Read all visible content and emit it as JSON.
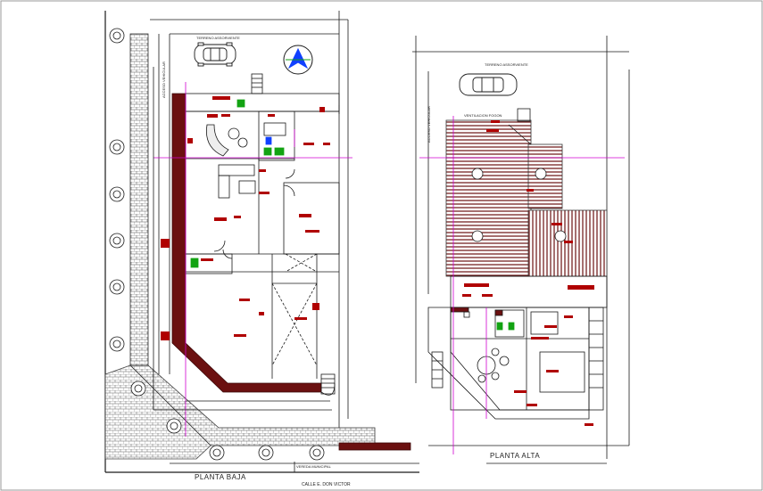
{
  "colors": {
    "wall": "#6b1010",
    "line": "#1a1a1a",
    "magenta": "#d000d0",
    "green": "#13a313",
    "blue": "#1040ff",
    "accent_red": "#b00000"
  },
  "ground_floor": {
    "title": "PLANTA BAJA",
    "top_label": "TERRENO ASSORVIENTE",
    "side_label": "ACCESO VEHICULAR",
    "sidewalk_label": "VEREDA MUNICIPAL"
  },
  "upper_floor": {
    "title": "PLANTA ALTA",
    "top_label": "TERRENO ASSORVIENTE",
    "side_label": "ACCESO VEHICULAR",
    "vent_label": "VENTILACION FOGON"
  },
  "street_label": "CALLE E. DON VICTOR",
  "icons": [
    "car-icon",
    "north-arrow-icon",
    "tree-icon",
    "toilet-icon"
  ]
}
